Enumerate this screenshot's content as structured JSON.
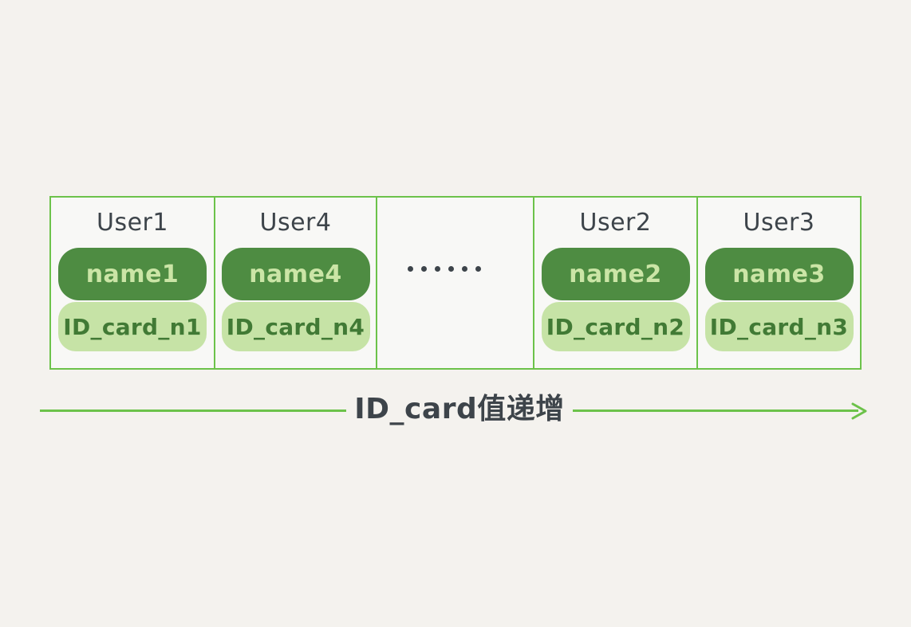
{
  "diagram": {
    "background_color": "#f4f2ee",
    "accent_color": "#6cc24a",
    "dark_pill_color": "#4e8c42",
    "light_pill_color": "#c6e3a6",
    "title_text_color": "#3d444a",
    "cells": [
      {
        "kind": "user",
        "title": "User1",
        "name": "name1",
        "id_card": "ID_card_n1"
      },
      {
        "kind": "user",
        "title": "User4",
        "name": "name4",
        "id_card": "ID_card_n4"
      },
      {
        "kind": "ellipsis",
        "dots": 6
      },
      {
        "kind": "user",
        "title": "User2",
        "name": "name2",
        "id_card": "ID_card_n2"
      },
      {
        "kind": "user",
        "title": "User3",
        "name": "name3",
        "id_card": "ID_card_n3"
      }
    ],
    "axis": {
      "label": "ID_card值递增",
      "direction": "right"
    }
  }
}
